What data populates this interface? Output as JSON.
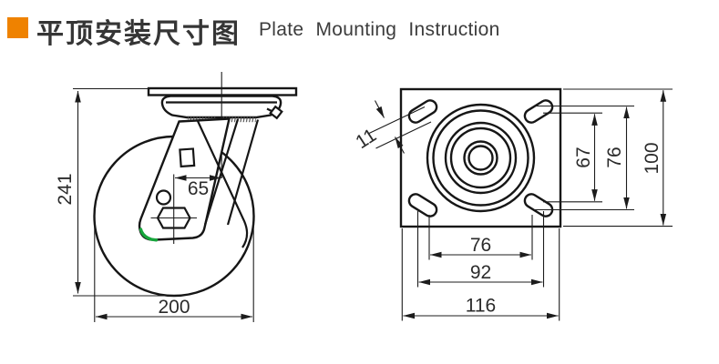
{
  "header": {
    "title_zh": "平顶安装尺寸图",
    "title_en": "Plate Mounting Instruction",
    "bullet_color": "#EF8200"
  },
  "side_view": {
    "overall_height": "241",
    "swivel_offset": "65",
    "wheel_diameter": "200"
  },
  "plate_view": {
    "slot_width": "11",
    "bolt_spacing_vertical_inner": "67",
    "bolt_spacing_vertical_outer": "76",
    "plate_length": "100",
    "bolt_spacing_horizontal_inner": "76",
    "bolt_spacing_horizontal_outer": "92",
    "plate_width": "116"
  },
  "colors": {
    "line": "#161616",
    "accent_orange": "#EF8200",
    "quality_mark_green": "#17A63C",
    "text": "#2b2b2b"
  }
}
